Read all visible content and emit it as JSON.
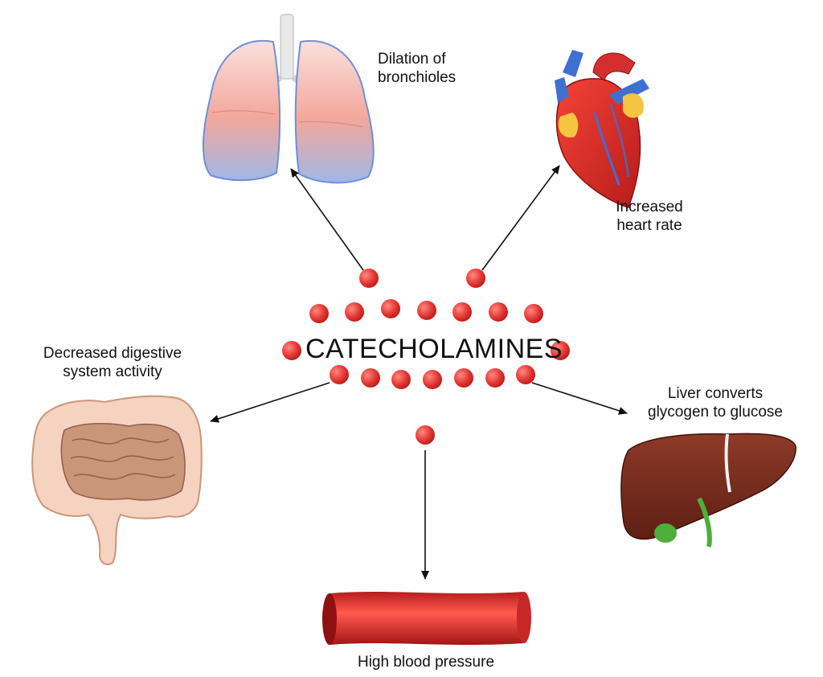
{
  "title": "CATECHOLAMINES",
  "effects": {
    "lungs": [
      "Dilation of",
      "bronchioles"
    ],
    "heart": [
      "Increased",
      "heart rate"
    ],
    "digestive": [
      "Decreased digestive",
      "system activity"
    ],
    "liver": [
      "Liver converts",
      "glycogen to glucose"
    ],
    "vessel": [
      "High blood pressure"
    ]
  },
  "colors": {
    "molecule": "#e53935",
    "lung": "#f4a9a0",
    "heart": "#d32f2f",
    "vein": "#3f6fd1",
    "fat": "#f5c542",
    "intestine": "#c9967a",
    "colon": "#f5d3c0",
    "liver": "#7b2c1e",
    "gallbladder": "#4caf3a",
    "vessel": "#d7262b"
  }
}
